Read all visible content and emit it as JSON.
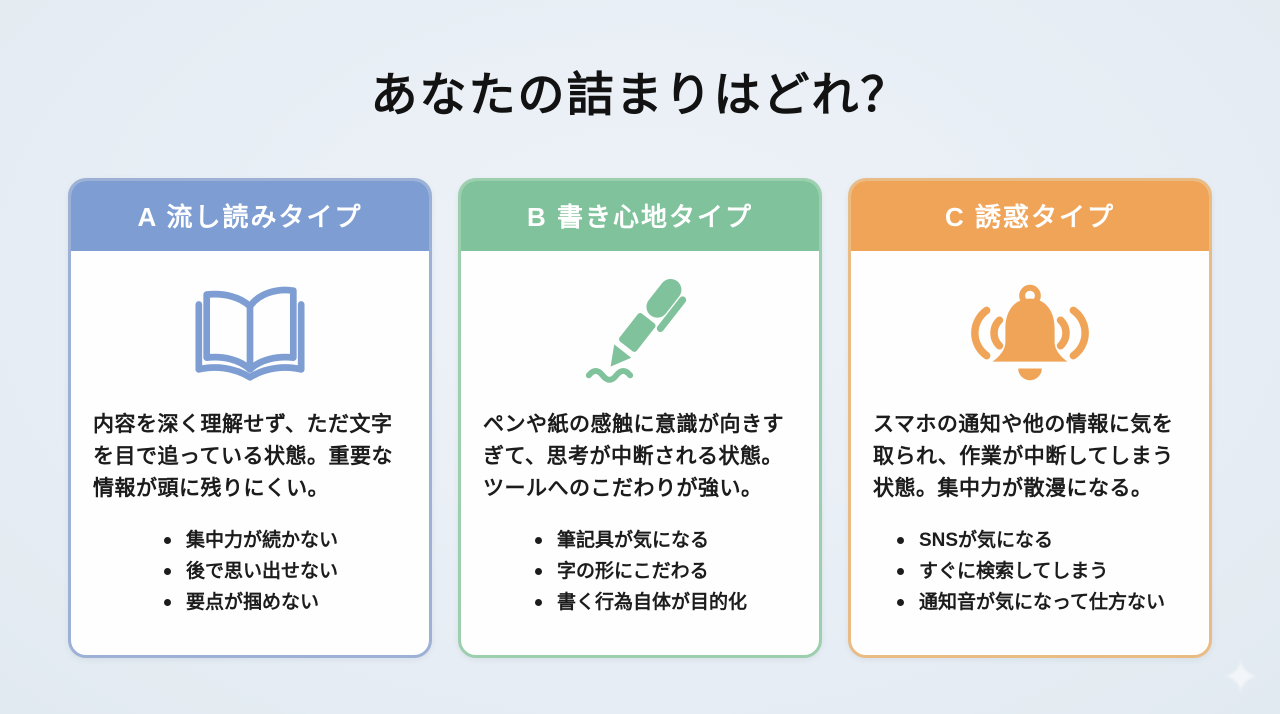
{
  "page": {
    "title": "あなたの詰まりはどれ？",
    "background_color": "#e9eff5"
  },
  "cards": [
    {
      "id": "A",
      "header": "A 流し読みタイプ",
      "accent": "#7e9ed3",
      "border": "#9db1d6",
      "icon": "open-book-icon",
      "description": "内容を深く理解せず、ただ文字を目で追っている状態。重要な情報が頭に残りにくい。",
      "bullets": [
        "集中力が続かない",
        "後で思い出せない",
        "要点が掴めない"
      ]
    },
    {
      "id": "B",
      "header": "B 書き心地タイプ",
      "accent": "#80c29b",
      "border": "#9ccfae",
      "icon": "pen-icon",
      "description": "ペンや紙の感触に意識が向きすぎて、思考が中断される状態。ツールへのこだわりが強い。",
      "bullets": [
        "筆記具が気になる",
        "字の形にこだわる",
        "書く行為自体が目的化"
      ]
    },
    {
      "id": "C",
      "header": "C 誘惑タイプ",
      "accent": "#f0a458",
      "border": "#e9bc85",
      "icon": "bell-icon",
      "description": "スマホの通知や他の情報に気を取られ、作業が中断してしまう状態。集中力が散漫になる。",
      "bullets": [
        "SNSが気になる",
        "すぐに検索してしまう",
        "通知音が気になって仕方ない"
      ]
    }
  ],
  "decorations": {
    "sparkle_glyph": "✦"
  }
}
